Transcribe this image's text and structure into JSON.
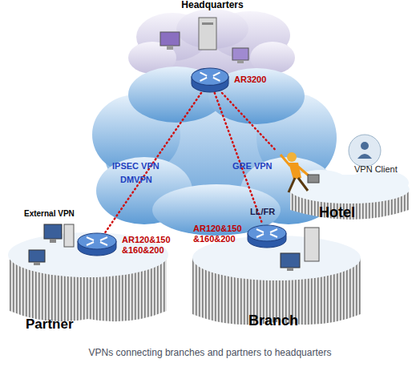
{
  "diagram": {
    "caption": "VPNs connecting branches and partners to headquarters",
    "nodes": [
      {
        "text": [
          "Headquarters"
        ]
      },
      {
        "text": [
          "AR3200"
        ],
        "in": 0
      },
      {
        "text": [
          "VPN Client",
          "Hotel"
        ]
      },
      {
        "text": [
          "External VPN",
          "Partner"
        ]
      },
      {
        "text": [
          "AR120&150 &160&200"
        ],
        "in": 3
      },
      {
        "text": [
          "Branch"
        ]
      },
      {
        "text": [
          "AR120&150 &160&200"
        ],
        "in": 5
      }
    ],
    "edges": [
      {
        "from": 1,
        "to": 4,
        "arrow": "none",
        "label": "IPSEC VPN"
      },
      {
        "from": 1,
        "to": 6,
        "arrow": "none",
        "label": "GRE VPN"
      },
      {
        "from": 1,
        "to": 2,
        "arrow": "none"
      }
    ],
    "labels": [
      "DMVPN",
      "LL/FR"
    ]
  }
}
